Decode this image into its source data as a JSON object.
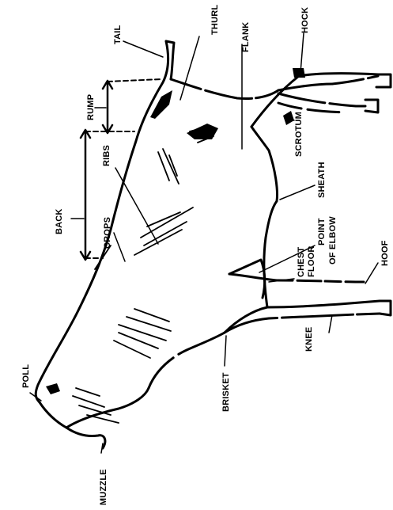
{
  "diagram": {
    "subject": "steer-side-view-line-drawing",
    "labels": {
      "tail": "TAIL",
      "thurl": "THURL",
      "flank": "FLANK",
      "hock": "HOCK",
      "rump": "RUMP",
      "ribs": "RIBS",
      "scrotum": "SCROTUM",
      "back": "BACK",
      "crops": "CROPS",
      "sheath": "SHEATH",
      "point_of_elbow_line1": "POINT",
      "point_of_elbow_line2": "OF ELBOW",
      "chest_floor_line1": "CHEST",
      "chest_floor_line2": "FLOOR",
      "hoof": "HOOF",
      "knee": "KNEE",
      "brisket": "BRISKET",
      "poll": "POLL",
      "muzzle": "MUZZLE"
    }
  }
}
